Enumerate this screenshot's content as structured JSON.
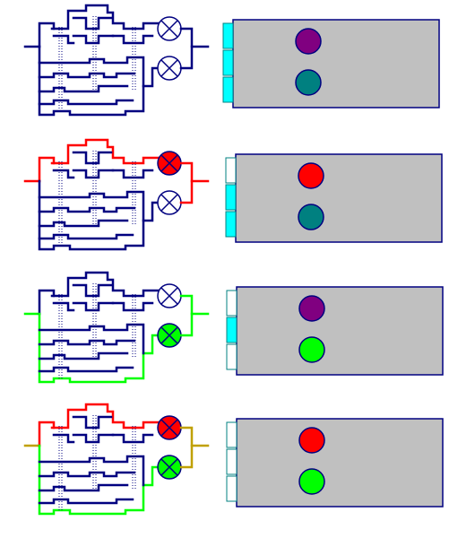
{
  "colors": {
    "wire_off": "#000080",
    "wire_red": "#ff0000",
    "wire_green": "#00ff00",
    "panel_fill": "#c0c0c0",
    "panel_border": "#000080",
    "tab_fill": "#00ffff",
    "light_off_red": "#800080",
    "light_off_green": "#008080",
    "light_on_red": "#ff0000",
    "light_on_green": "#00ff00",
    "lamp_off": "#ffffff"
  },
  "rows": [
    {
      "red_lit": false,
      "green_lit": false,
      "left_path": "off",
      "right_lead": "off",
      "tabs": [
        true,
        true,
        true
      ]
    },
    {
      "red_lit": true,
      "green_lit": false,
      "left_path": "red",
      "right_lead": "red",
      "tabs": [
        false,
        true,
        true
      ]
    },
    {
      "red_lit": false,
      "green_lit": true,
      "left_path": "green",
      "right_lead": "green",
      "tabs": [
        false,
        true,
        false
      ]
    },
    {
      "red_lit": true,
      "green_lit": true,
      "left_path": "mixed",
      "right_lead": "mixed",
      "tabs": [
        false,
        false,
        false
      ]
    }
  ]
}
